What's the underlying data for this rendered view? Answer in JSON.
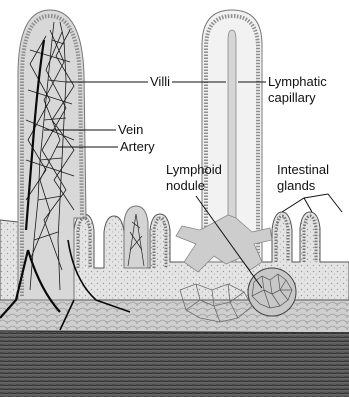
{
  "labels": {
    "villi": "Villi",
    "lymphatic_capillary_line1": "Lymphatic",
    "lymphatic_capillary_line2": "capillary",
    "vein": "Vein",
    "artery": "Artery",
    "lymphoid_nodule_line1": "Lymphoid",
    "lymphoid_nodule_line2": "nodule",
    "intestinal_glands_line1": "Intestinal",
    "intestinal_glands_line2": "glands"
  }
}
